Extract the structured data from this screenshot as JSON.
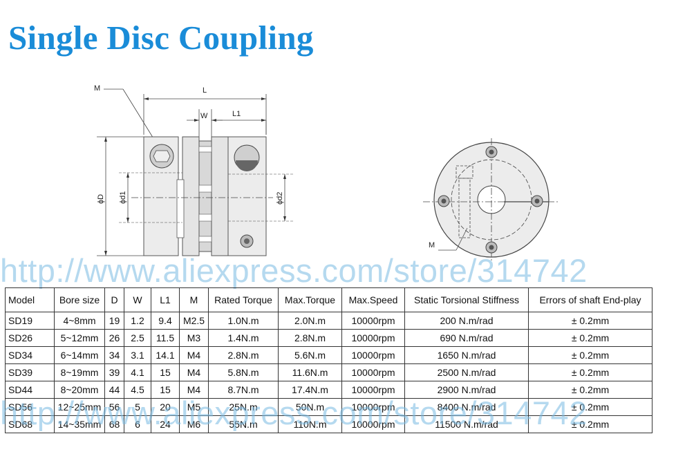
{
  "title": "Single Disc Coupling",
  "watermark": "http://www.aliexpress.com/store/314742",
  "drawing_labels": {
    "M": "M",
    "L": "L",
    "W": "W",
    "L1": "L1",
    "D": "ϕD",
    "d1": "ϕd1",
    "d2": "ϕd2",
    "M2": "M"
  },
  "table": {
    "headers": [
      "Model",
      "Bore size",
      "D",
      "W",
      "L1",
      "M",
      "Rated Torque",
      "Max.Torque",
      "Max.Speed",
      "Static Torsional Stiffness",
      "Errors of shaft End-play"
    ],
    "rows": [
      [
        "SD19",
        "4~8mm",
        "19",
        "1.2",
        "9.4",
        "M2.5",
        "1.0N.m",
        "2.0N.m",
        "10000rpm",
        "200 N.m/rad",
        "± 0.2mm"
      ],
      [
        "SD26",
        "5~12mm",
        "26",
        "2.5",
        "11.5",
        "M3",
        "1.4N.m",
        "2.8N.m",
        "10000rpm",
        "690 N.m/rad",
        "± 0.2mm"
      ],
      [
        "SD34",
        "6~14mm",
        "34",
        "3.1",
        "14.1",
        "M4",
        "2.8N.m",
        "5.6N.m",
        "10000rpm",
        "1650 N.m/rad",
        "± 0.2mm"
      ],
      [
        "SD39",
        "8~19mm",
        "39",
        "4.1",
        "15",
        "M4",
        "5.8N.m",
        "11.6N.m",
        "10000rpm",
        "2500 N.m/rad",
        "± 0.2mm"
      ],
      [
        "SD44",
        "8~20mm",
        "44",
        "4.5",
        "15",
        "M4",
        "8.7N.m",
        "17.4N.m",
        "10000rpm",
        "2900 N.m/rad",
        "± 0.2mm"
      ],
      [
        "SD56",
        "12~25mm",
        "56",
        "5",
        "20",
        "M5",
        "25N.m",
        "50N.m",
        "10000rpm",
        "8400 N.m/rad",
        "± 0.2mm"
      ],
      [
        "SD68",
        "14~35mm",
        "68",
        "6",
        "24",
        "M6",
        "55N.m",
        "110N.m",
        "10000rpm",
        "11500 N.m/rad",
        "± 0.2mm"
      ]
    ]
  }
}
